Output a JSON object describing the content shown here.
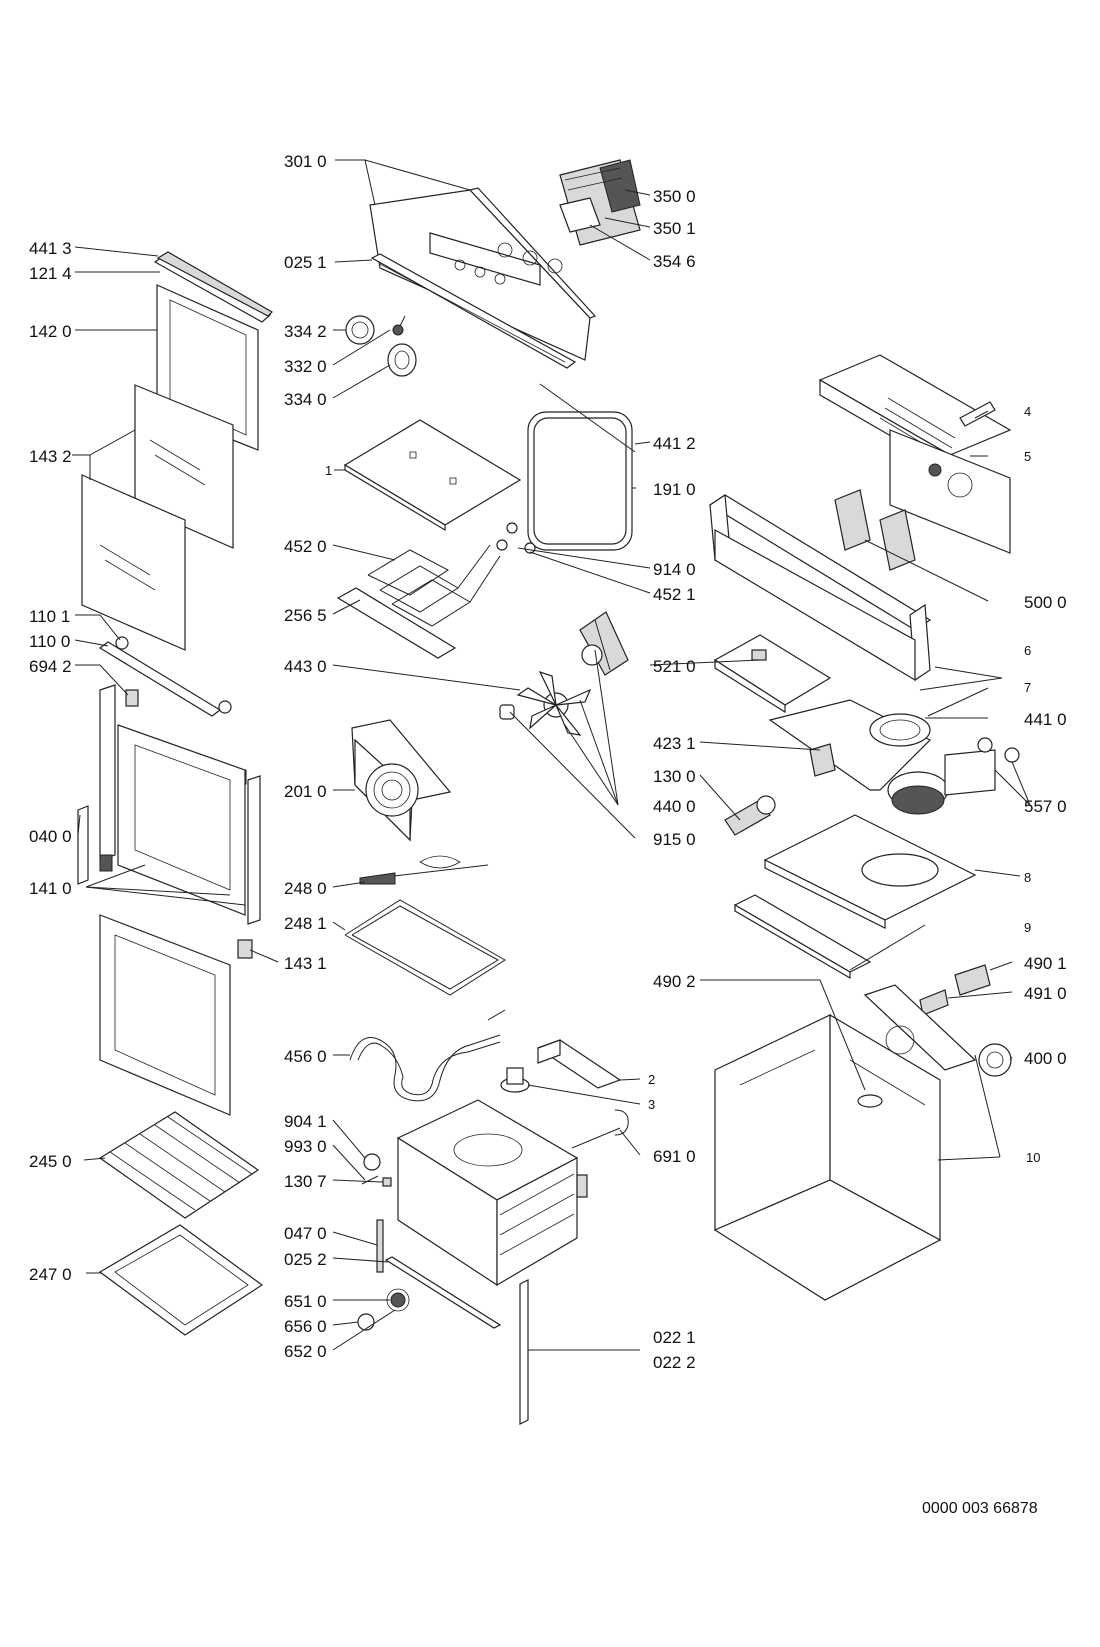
{
  "diagram": {
    "reference_number": "0000 003 66878",
    "labels": {
      "p3010": "301 0",
      "p0251": "025 1",
      "p3500": "350 0",
      "p3501": "350 1",
      "p3546": "354 6",
      "p4413": "441 3",
      "p1214": "121 4",
      "p1420": "142 0",
      "p3342": "334 2",
      "p3320": "332 0",
      "p3340": "334 0",
      "p4": "4",
      "p5": "5",
      "p4412": "441 2",
      "p1432": "143 2",
      "p1": "1",
      "p1910": "191 0",
      "p4520": "452 0",
      "p9140": "914 0",
      "p4521": "452 1",
      "p5000": "500 0",
      "p2565": "256 5",
      "p1101": "110 1",
      "p1100": "110 0",
      "p6942": "694 2",
      "p4430": "443 0",
      "p5210": "521 0",
      "p6": "6",
      "p7": "7",
      "p4410": "441 0",
      "p4231": "423 1",
      "p1300": "130 0",
      "p2010": "201 0",
      "p4400": "440 0",
      "p5570": "557 0",
      "p0400": "040 0",
      "p9150": "915 0",
      "p8": "8",
      "p1410": "141 0",
      "p2480": "248 0",
      "p2481": "248 1",
      "p9": "9",
      "p1431": "143 1",
      "p4901": "490 1",
      "p4902": "490 2",
      "p4910": "491 0",
      "p4560": "456 0",
      "p4000": "400 0",
      "p2": "2",
      "p3": "3",
      "p9041": "904 1",
      "p9930": "993 0",
      "p6910": "691 0",
      "p2450": "245 0",
      "p1307": "130 7",
      "p10": "10",
      "p0470": "047 0",
      "p2470": "247 0",
      "p0252": "025 2",
      "p6510": "651 0",
      "p6560": "656 0",
      "p6520": "652 0",
      "p0221": "022 1",
      "p0222": "022 2"
    }
  }
}
